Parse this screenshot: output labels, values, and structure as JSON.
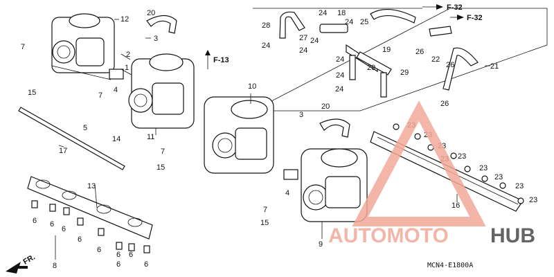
{
  "callouts": [
    {
      "id": "c12",
      "text": "12"
    },
    {
      "id": "c20a",
      "text": "20"
    },
    {
      "id": "c3a",
      "text": "3"
    },
    {
      "id": "c2",
      "text": "2"
    },
    {
      "id": "c1",
      "text": "1"
    },
    {
      "id": "c7a",
      "text": "7"
    },
    {
      "id": "c15a",
      "text": "15"
    },
    {
      "id": "c4a",
      "text": "4"
    },
    {
      "id": "c7b",
      "text": "7"
    },
    {
      "id": "c5",
      "text": "5"
    },
    {
      "id": "c14",
      "text": "14"
    },
    {
      "id": "c11",
      "text": "11"
    },
    {
      "id": "c17",
      "text": "17"
    },
    {
      "id": "c13",
      "text": "13"
    },
    {
      "id": "c6a",
      "text": "6"
    },
    {
      "id": "c6b",
      "text": "6"
    },
    {
      "id": "c6c",
      "text": "6"
    },
    {
      "id": "c6d",
      "text": "6"
    },
    {
      "id": "c6e",
      "text": "6"
    },
    {
      "id": "c6f",
      "text": "6"
    },
    {
      "id": "c6g",
      "text": "6"
    },
    {
      "id": "c6h",
      "text": "6"
    },
    {
      "id": "c6i",
      "text": "6"
    },
    {
      "id": "c8",
      "text": "8"
    },
    {
      "id": "c10",
      "text": "10"
    },
    {
      "id": "c7c",
      "text": "7"
    },
    {
      "id": "c15b",
      "text": "15"
    },
    {
      "id": "c3b",
      "text": "3"
    },
    {
      "id": "c20b",
      "text": "20"
    },
    {
      "id": "c4b",
      "text": "4"
    },
    {
      "id": "c7d",
      "text": "7"
    },
    {
      "id": "c15c",
      "text": "15"
    },
    {
      "id": "c9",
      "text": "9"
    },
    {
      "id": "c28",
      "text": "28"
    },
    {
      "id": "c24a",
      "text": "24"
    },
    {
      "id": "c18",
      "text": "18"
    },
    {
      "id": "c24b",
      "text": "24"
    },
    {
      "id": "c27",
      "text": "27"
    },
    {
      "id": "c24c",
      "text": "24"
    },
    {
      "id": "c25",
      "text": "25"
    },
    {
      "id": "c24d",
      "text": "24"
    },
    {
      "id": "c24e",
      "text": "24"
    },
    {
      "id": "c19",
      "text": "19"
    },
    {
      "id": "c24f",
      "text": "24"
    },
    {
      "id": "c29a",
      "text": "29"
    },
    {
      "id": "c29b",
      "text": "29"
    },
    {
      "id": "c24g",
      "text": "24"
    },
    {
      "id": "c24h",
      "text": "24"
    },
    {
      "id": "c26a",
      "text": "26"
    },
    {
      "id": "c22",
      "text": "22"
    },
    {
      "id": "c26b",
      "text": "26"
    },
    {
      "id": "c21",
      "text": "21"
    },
    {
      "id": "c26c",
      "text": "26"
    },
    {
      "id": "c23a",
      "text": "23"
    },
    {
      "id": "c23b",
      "text": "23"
    },
    {
      "id": "c23c",
      "text": "23"
    },
    {
      "id": "c23d",
      "text": "23"
    },
    {
      "id": "c23e",
      "text": "23"
    },
    {
      "id": "c23f",
      "text": "23"
    },
    {
      "id": "c23g",
      "text": "23"
    },
    {
      "id": "c23h",
      "text": "23"
    },
    {
      "id": "c23i",
      "text": "23"
    },
    {
      "id": "c16",
      "text": "16"
    }
  ],
  "references": {
    "f13": "F-13",
    "f32a": "F-32",
    "f32b": "F-32"
  },
  "front_label": "FR.",
  "diagram_code": "MCN4-E1800A",
  "watermark": {
    "part1": "AUTOMOTO",
    "part2": "HUB",
    "color_main": "#f2a999",
    "color_accent": "#4a4a4a"
  }
}
